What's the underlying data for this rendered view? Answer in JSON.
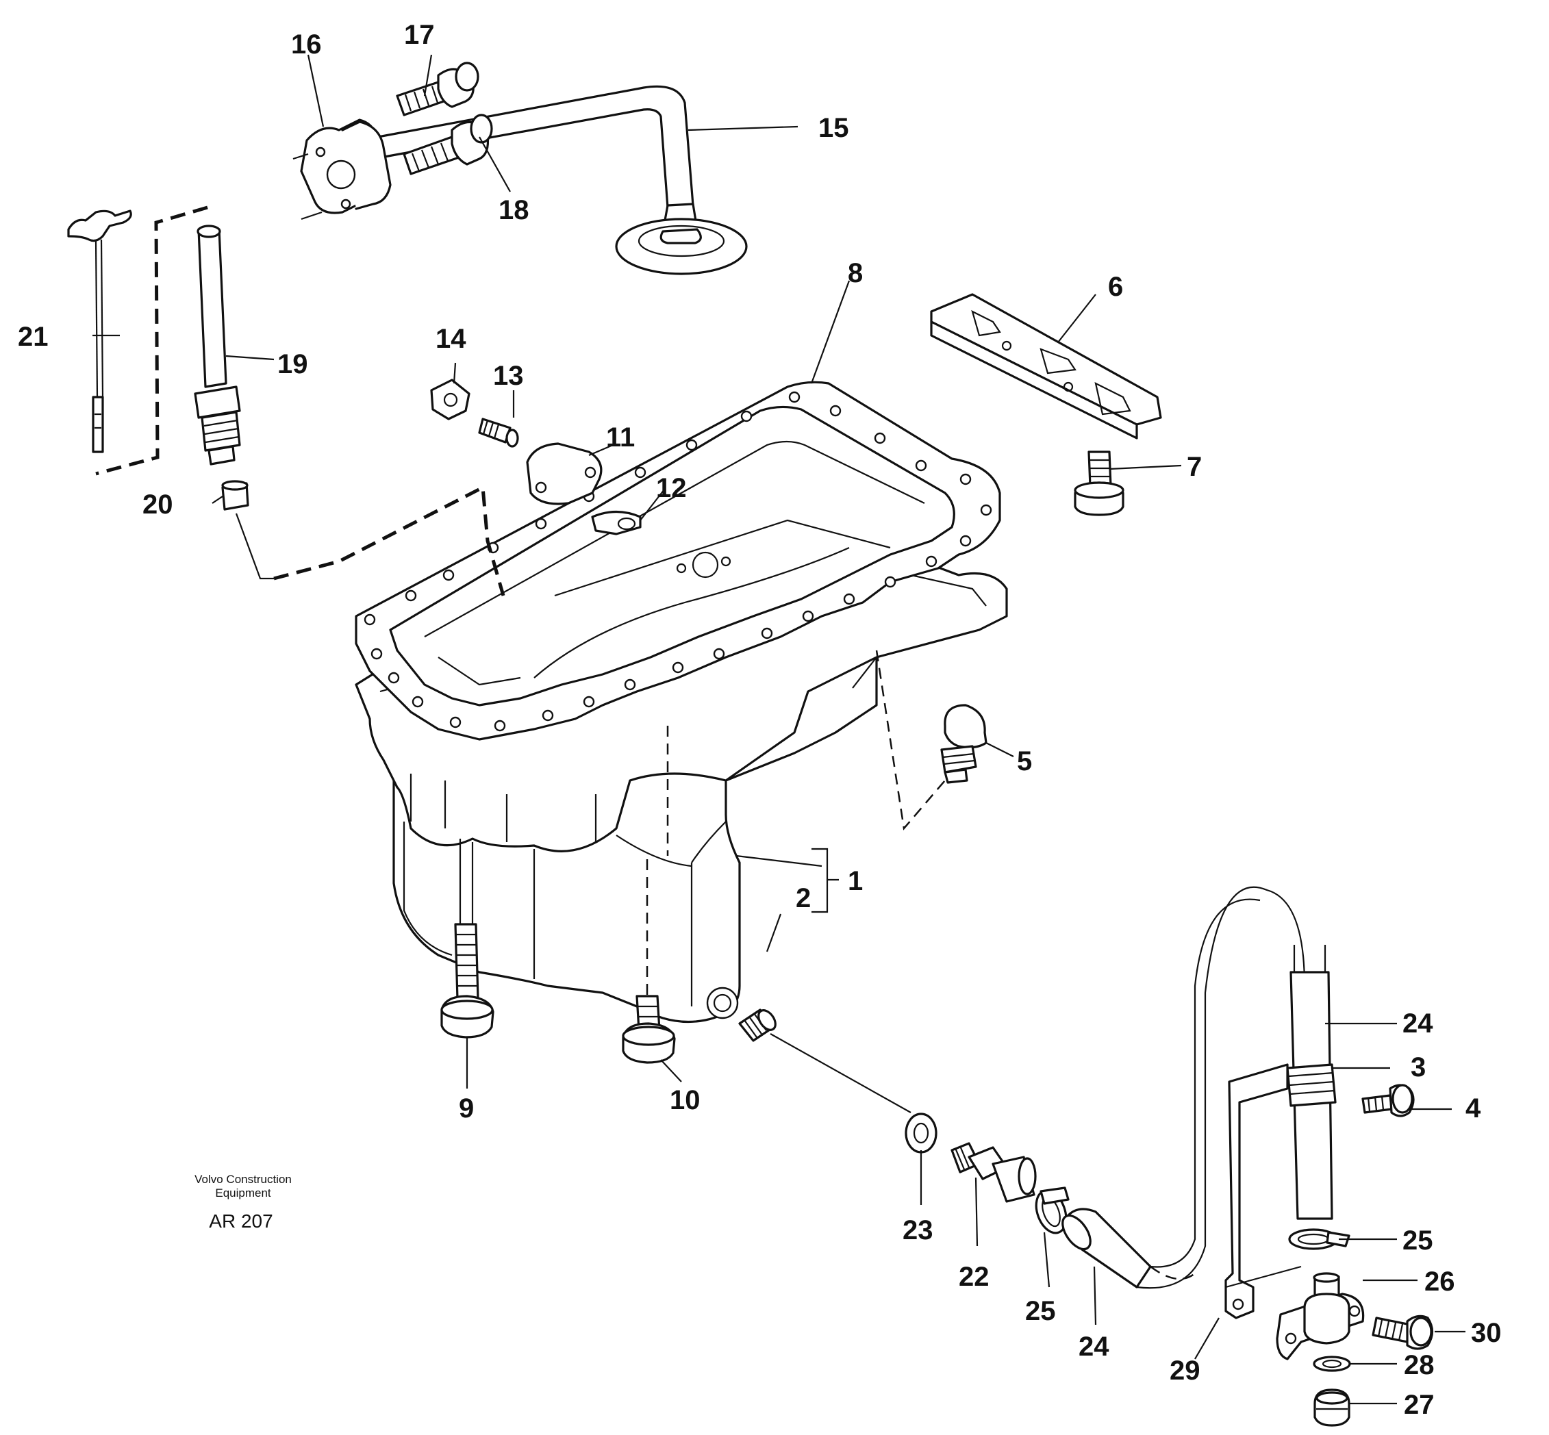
{
  "labels": {
    "l1": "1",
    "l2": "2",
    "l3": "3",
    "l4": "4",
    "l5": "5",
    "l6": "6",
    "l7": "7",
    "l8": "8",
    "l9": "9",
    "l10": "10",
    "l11": "11",
    "l12": "12",
    "l13": "13",
    "l14": "14",
    "l15": "15",
    "l16": "16",
    "l17": "17",
    "l18": "18",
    "l19": "19",
    "l20": "20",
    "l21": "21",
    "l22": "22",
    "l23": "23",
    "l24a": "24",
    "l24b": "24",
    "l25a": "25",
    "l25b": "25",
    "l26": "26",
    "l27": "27",
    "l28": "28",
    "l29": "29",
    "l30": "30"
  },
  "caption": {
    "line1": "Volvo Construction",
    "line2": "Equipment",
    "code": "AR 207"
  }
}
